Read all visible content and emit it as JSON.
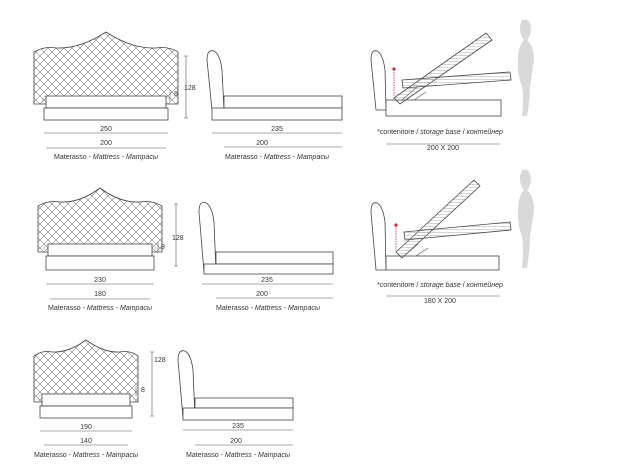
{
  "rows": [
    {
      "front": {
        "width": "250",
        "mattress": "200",
        "height": "128",
        "base": "8",
        "caption": {
          "it": "Materasso",
          "en": "Mattress",
          "ru": "Матрасы",
          "sep": " - "
        }
      },
      "side": {
        "length": "235",
        "mattress": "200",
        "caption": {
          "it": "Materasso",
          "en": "Mattress",
          "ru": "Матрасы",
          "sep": " - "
        }
      },
      "storage": {
        "caption": {
          "it": "*contenitore",
          "en": "storage base",
          "ru": "контейнер",
          "sep": " / "
        },
        "size": "200 X 200"
      }
    },
    {
      "front": {
        "width": "230",
        "mattress": "180",
        "height": "128",
        "base": "8",
        "caption": {
          "it": "Materasso",
          "en": "Mattress",
          "ru": "Матрасы",
          "sep": " - "
        }
      },
      "side": {
        "length": "235",
        "mattress": "200",
        "caption": {
          "it": "Materasso",
          "en": "Mattress",
          "ru": "Матрасы",
          "sep": " - "
        }
      },
      "storage": {
        "caption": {
          "it": "*contenitore",
          "en": "storage base",
          "ru": "контейнер",
          "sep": " / "
        },
        "size": "180 X 200"
      }
    },
    {
      "front": {
        "width": "190",
        "mattress": "140",
        "height": "128",
        "base": "8",
        "caption": {
          "it": "Materasso",
          "en": "Mattress",
          "ru": "Матрасы",
          "sep": " - "
        }
      },
      "side": {
        "length": "235",
        "mattress": "200",
        "caption": {
          "it": "Materasso",
          "en": "Mattress",
          "ru": "Матрасы",
          "sep": " - "
        }
      }
    }
  ],
  "icons": {
    "figure": "human-silhouette-icon",
    "lift": "lift-arrow-icon"
  },
  "colors": {
    "line": "#444444",
    "figure": "#d9d9d9",
    "arrow": "#dd2233"
  }
}
